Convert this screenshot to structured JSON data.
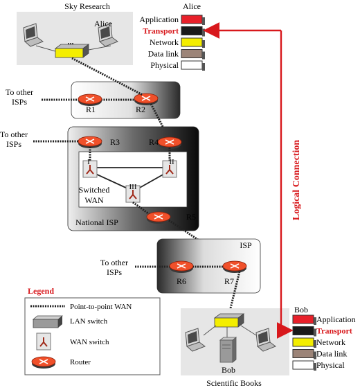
{
  "sites": {
    "top_title": "Sky Research",
    "top_host": "Alice",
    "bottom_host": "Bob",
    "bottom_title": "Scientific Books",
    "top_dots": "..."
  },
  "isps": {
    "to_other_isps_1": [
      "To other",
      "ISPs"
    ],
    "to_other_isps_2": [
      "To other",
      "ISPs"
    ],
    "to_other_isps_3": [
      "To other",
      "ISPs"
    ],
    "national_isp": "National ISP",
    "switched_wan": [
      "Switched",
      "WAN"
    ],
    "regional_isp": "ISP"
  },
  "routers": [
    "R1",
    "R2",
    "R3",
    "R4",
    "R5",
    "R6",
    "R7"
  ],
  "wan_switches": [
    "I",
    "II",
    "III"
  ],
  "stack_alice": {
    "title": "Alice",
    "layers": [
      {
        "name": "Application",
        "color": "#e8202a",
        "highlight": false
      },
      {
        "name": "Transport",
        "color": "#1a1a1a",
        "highlight": true
      },
      {
        "name": "Network",
        "color": "#f4ee00",
        "highlight": false
      },
      {
        "name": "Data link",
        "color": "#9c8478",
        "highlight": false
      },
      {
        "name": "Physical",
        "color": "#ffffff",
        "highlight": false
      }
    ]
  },
  "stack_bob": {
    "title": "Bob",
    "layers": [
      {
        "name": "Application",
        "color": "#e8202a",
        "highlight": false
      },
      {
        "name": "Transport",
        "color": "#1a1a1a",
        "highlight": true
      },
      {
        "name": "Network",
        "color": "#f4ee00",
        "highlight": false
      },
      {
        "name": "Data link",
        "color": "#9c8478",
        "highlight": false
      },
      {
        "name": "Physical",
        "color": "#ffffff",
        "highlight": false
      }
    ]
  },
  "logical_connection": "Logical Connection",
  "legend": {
    "title": "Legend",
    "items": [
      "Point-to-point WAN",
      "LAN switch",
      "WAN switch",
      "Router"
    ]
  },
  "colors": {
    "accent_red": "#d8181c",
    "router_fill": "#f0502a",
    "lan_switch": "#f4ee00"
  }
}
